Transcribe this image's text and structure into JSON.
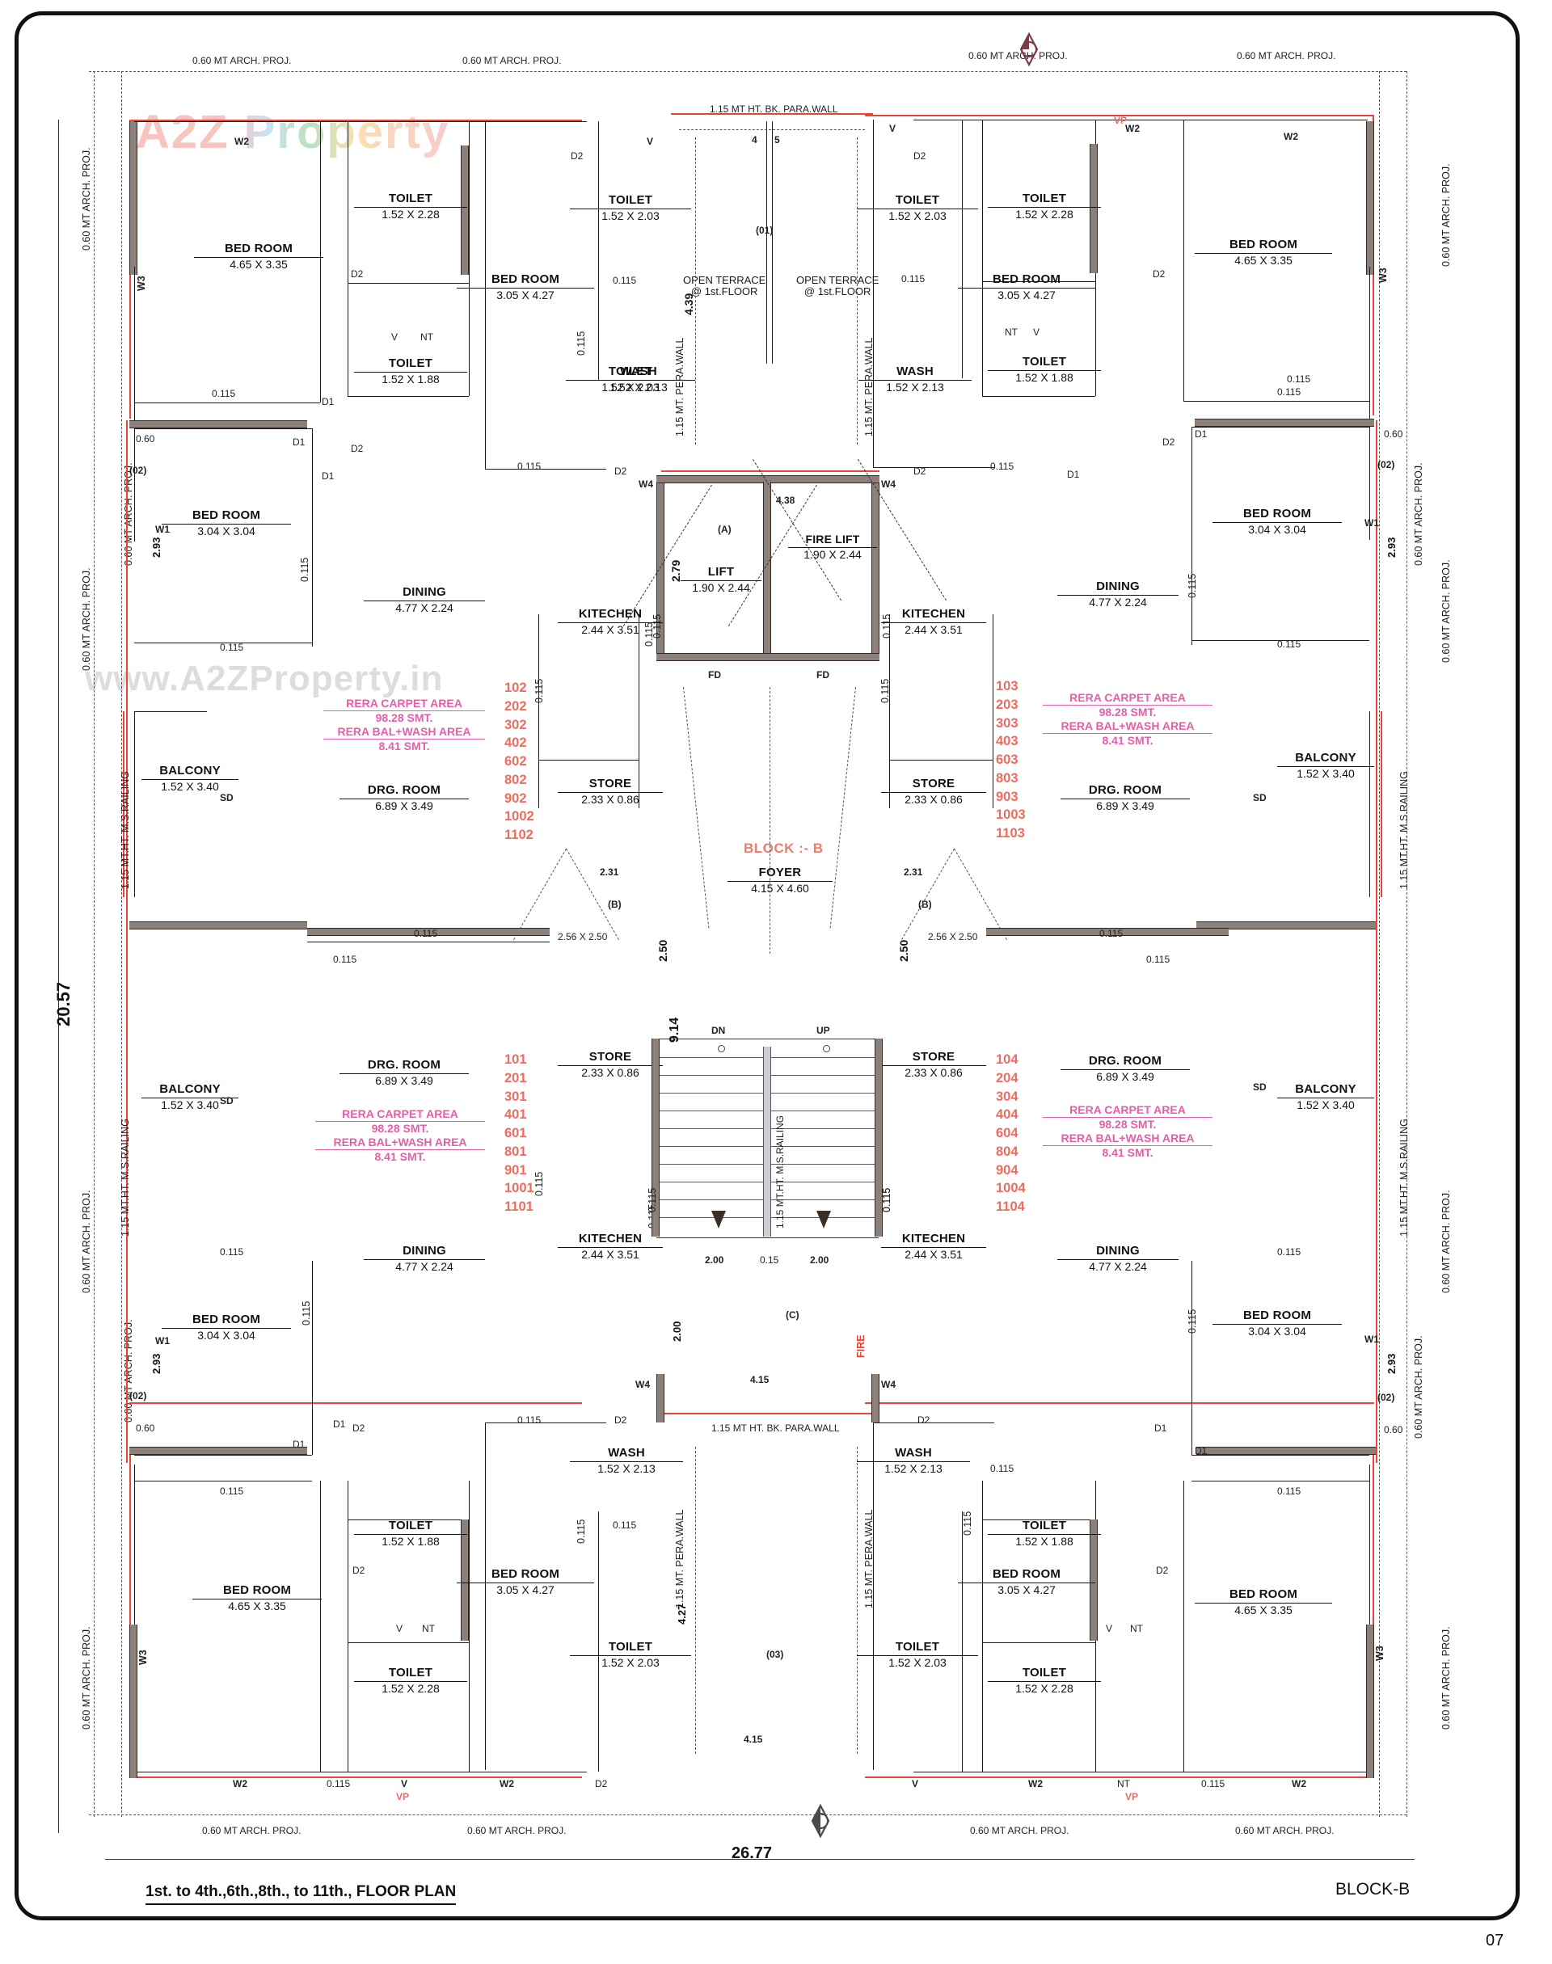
{
  "document": {
    "title": "1st. to 4th.,6th.,8th., to 11th., FLOOR PLAN",
    "block_label": "BLOCK-B",
    "page_number": "07",
    "block_center_label": "BLOCK :- B"
  },
  "watermark": {
    "brand": "A2Z Property",
    "url": "www.A2ZProperty.in"
  },
  "overall_dimensions": {
    "width": "26.77",
    "height": "20.57"
  },
  "notes": {
    "arch_proj": "0.60 MT ARCH. PROJ.",
    "para_wall_top": "1.15 MT HT. BK. PARA.WALL",
    "para_wall": "1.15 MT. PERA.WALL",
    "ms_railing": "1.15 MT.HT. M.S.RAILING",
    "open_terrace": "OPEN TERRACE",
    "open_terrace_sub": "@ 1st.FLOOR",
    "wall_thickness": "0.115",
    "proj_060": "0.60",
    "bracket_02": "(02)",
    "dim_293": "2.93",
    "stair_dn": "DN",
    "stair_up": "UP",
    "stair_run": "9.14",
    "stair_flight": "2.00",
    "stair_riser": "0.15",
    "lift_width": "4.38",
    "lift_depth": "2.79",
    "lobby_439": "4.39",
    "foyer_width": "4.15",
    "foyer_depth": "4.27",
    "passage_250": "2.50",
    "passage_231": "2.31",
    "passage_256": "2.56 X 2.50",
    "marker_a": "(A)",
    "marker_b": "(B)",
    "marker_c": "(C)",
    "marker_01": "(01)",
    "marker_03": "(03)",
    "grid_4": "4",
    "grid_5": "5",
    "fd": "FD"
  },
  "rooms": {
    "bed_large": {
      "name": "BED ROOM",
      "dim": "4.65 X 3.35"
    },
    "bed_mid": {
      "name": "BED ROOM",
      "dim": "3.05 X 4.27"
    },
    "bed_small": {
      "name": "BED ROOM",
      "dim": "3.04 X 3.04"
    },
    "toilet_228": {
      "name": "TOILET",
      "dim": "1.52 X 2.28"
    },
    "toilet_203": {
      "name": "TOILET",
      "dim": "1.52 X 2.03"
    },
    "toilet_188": {
      "name": "TOILET",
      "dim": "1.52 X 1.88"
    },
    "wash": {
      "name": "WASH",
      "dim": "1.52 X 2.13"
    },
    "dining": {
      "name": "DINING",
      "dim": "4.77 X 2.24"
    },
    "drg": {
      "name": "DRG. ROOM",
      "dim": "6.89 X 3.49"
    },
    "kitchen": {
      "name": "KITECHEN",
      "dim": "2.44 X 3.51"
    },
    "store": {
      "name": "STORE",
      "dim": "2.33 X 0.86"
    },
    "balcony": {
      "name": "BALCONY",
      "dim": "1.52 X 3.40"
    },
    "lift": {
      "name": "LIFT",
      "dim": "1.90 X 2.44"
    },
    "fire_lift": {
      "name": "FIRE LIFT",
      "dim": "1.90 X 2.44"
    },
    "foyer": {
      "name": "FOYER",
      "dim": "4.15 X 4.60"
    }
  },
  "rera": {
    "carpet_title": "RERA CARPET AREA",
    "carpet_value": "98.28 SMT.",
    "bal_title": "RERA BAL+WASH AREA",
    "bal_value": "8.41 SMT."
  },
  "unit_numbers": {
    "top_left": [
      "102",
      "202",
      "302",
      "402",
      "602",
      "802",
      "902",
      "1002",
      "1102"
    ],
    "bottom_left": [
      "101",
      "201",
      "301",
      "401",
      "601",
      "801",
      "901",
      "1001",
      "1101"
    ],
    "top_right": [
      "103",
      "203",
      "303",
      "403",
      "603",
      "803",
      "903",
      "1003",
      "1103"
    ],
    "bottom_right": [
      "104",
      "204",
      "304",
      "404",
      "604",
      "804",
      "904",
      "1004",
      "1104"
    ]
  },
  "openings": {
    "w1": "W1",
    "w2": "W2",
    "w3": "W3",
    "w4": "W4",
    "d1": "D1",
    "d2": "D2",
    "v": "V",
    "vp": "VP",
    "nt": "NT",
    "sd": "SD"
  },
  "colors": {
    "wall": "#8c8078",
    "outline_red": "#ef4136",
    "unit_red": "#ef6b5e",
    "rera_pink": "#e45ea8",
    "ink": "#1c1c1c"
  }
}
